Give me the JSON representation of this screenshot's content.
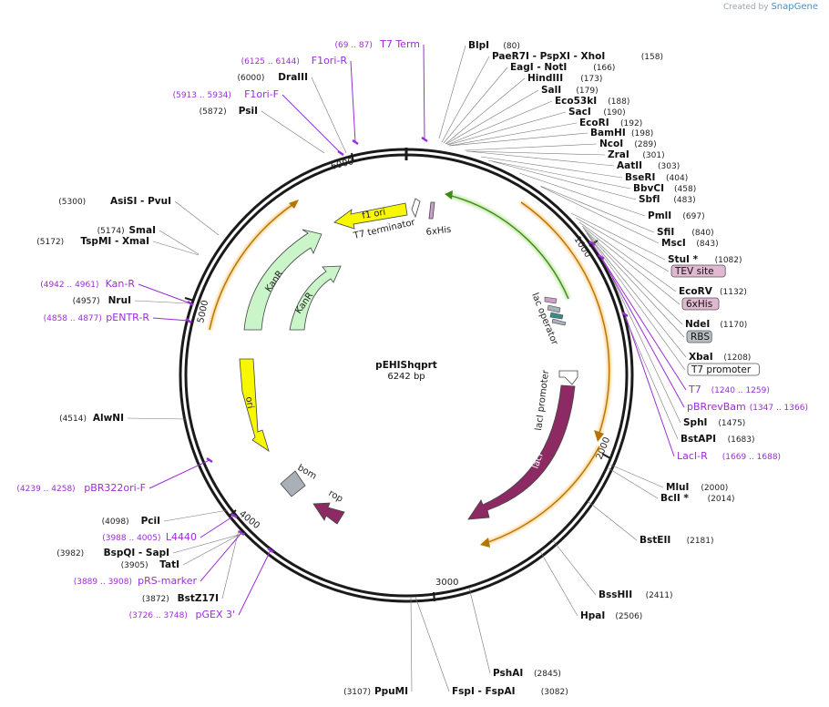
{
  "credit": {
    "prefix": "Created by",
    "brand": "SnapGene"
  },
  "map": {
    "name": "pEHIShqprt",
    "length_label": "6242 bp",
    "length": 6242,
    "colors": {
      "primer": "#9a2dd9",
      "orange": "#f5a623",
      "kan": "#c9f5c9",
      "ori": "#f7f700",
      "lacI": "#8d2a64",
      "his": "#c8a0c8",
      "gray": "#a9b0b8",
      "backbone": "#1a1a1a"
    }
  },
  "ticks": [
    "1000",
    "2000",
    "3000",
    "4000",
    "5000",
    "6000"
  ],
  "features": [
    {
      "label": "f1 ori",
      "type": "yellow-arrow"
    },
    {
      "label": "T7 terminator",
      "type": "white-arrow"
    },
    {
      "label": "6xHis",
      "type": "small-box"
    },
    {
      "label": "KanR",
      "type": "green-arrow"
    },
    {
      "label": "KanR",
      "type": "green-arrow"
    },
    {
      "label": "ori",
      "type": "yellow-arrow"
    },
    {
      "label": "bom",
      "type": "gray-box"
    },
    {
      "label": "rop",
      "type": "lacI-arrow"
    },
    {
      "label": "lacI promoter",
      "type": "white-arrow"
    },
    {
      "label": "lacI",
      "type": "lacI-arrow"
    },
    {
      "label": "lac operator",
      "type": "small-boxes"
    }
  ],
  "sites": [
    {
      "name": "BlpI",
      "pos": "(80)",
      "kind": "enzyme"
    },
    {
      "name": "PaeR7I  - PspXI  - XhoI",
      "pos": "(158)",
      "kind": "enzyme"
    },
    {
      "name": "EagI  - NotI",
      "pos": "(166)",
      "kind": "enzyme"
    },
    {
      "name": "HindIII",
      "pos": "(173)",
      "kind": "enzyme"
    },
    {
      "name": "SalI",
      "pos": "(179)",
      "kind": "enzyme"
    },
    {
      "name": "Eco53kI",
      "pos": "(188)",
      "kind": "enzyme"
    },
    {
      "name": "SacI",
      "pos": "(190)",
      "kind": "enzyme"
    },
    {
      "name": "EcoRI",
      "pos": "(192)",
      "kind": "enzyme"
    },
    {
      "name": "BamHI",
      "pos": "(198)",
      "kind": "enzyme"
    },
    {
      "name": "NcoI",
      "pos": "(289)",
      "kind": "enzyme"
    },
    {
      "name": "ZraI",
      "pos": "(301)",
      "kind": "enzyme"
    },
    {
      "name": "AatII",
      "pos": "(303)",
      "kind": "enzyme"
    },
    {
      "name": "BseRI",
      "pos": "(404)",
      "kind": "enzyme"
    },
    {
      "name": "BbvCI",
      "pos": "(458)",
      "kind": "enzyme"
    },
    {
      "name": "SbfI",
      "pos": "(483)",
      "kind": "enzyme"
    },
    {
      "name": "PmlI",
      "pos": "(697)",
      "kind": "enzyme"
    },
    {
      "name": "SfiI",
      "pos": "(840)",
      "kind": "enzyme"
    },
    {
      "name": "MscI",
      "pos": "(843)",
      "kind": "enzyme"
    },
    {
      "name": "StuI *",
      "pos": "(1082)",
      "kind": "enzyme"
    },
    {
      "name": "TEV site",
      "pos": "",
      "kind": "box-pink"
    },
    {
      "name": "EcoRV",
      "pos": "(1132)",
      "kind": "enzyme"
    },
    {
      "name": "6xHis",
      "pos": "",
      "kind": "box-pink"
    },
    {
      "name": "NdeI",
      "pos": "(1170)",
      "kind": "enzyme"
    },
    {
      "name": "RBS",
      "pos": "",
      "kind": "box-gray"
    },
    {
      "name": "XbaI",
      "pos": "(1208)",
      "kind": "enzyme"
    },
    {
      "name": "T7 promoter",
      "pos": "",
      "kind": "box-white"
    },
    {
      "name": "T7",
      "pos": "(1240 .. 1259)",
      "kind": "primer"
    },
    {
      "name": "pBRrevBam",
      "pos": "(1347 .. 1366)",
      "kind": "primer"
    },
    {
      "name": "SphI",
      "pos": "(1475)",
      "kind": "enzyme"
    },
    {
      "name": "BstAPI",
      "pos": "(1683)",
      "kind": "enzyme"
    },
    {
      "name": "LacI-R",
      "pos": "(1669 .. 1688)",
      "kind": "primer"
    },
    {
      "name": "MluI",
      "pos": "(2000)",
      "kind": "enzyme"
    },
    {
      "name": "BclI *",
      "pos": "(2014)",
      "kind": "enzyme"
    },
    {
      "name": "BstEII",
      "pos": "(2181)",
      "kind": "enzyme"
    },
    {
      "name": "BssHII",
      "pos": "(2411)",
      "kind": "enzyme"
    },
    {
      "name": "HpaI",
      "pos": "(2506)",
      "kind": "enzyme"
    },
    {
      "name": "PshAI",
      "pos": "(2845)",
      "kind": "enzyme"
    },
    {
      "name": "FspI  - FspAI",
      "pos": "(3082)",
      "kind": "enzyme"
    },
    {
      "name": "PpuMI",
      "pos": "(3107)",
      "kind": "enzyme-left"
    },
    {
      "name": "pGEX 3'",
      "pos": "(3726 .. 3748)",
      "kind": "primer-left"
    },
    {
      "name": "BstZ17I",
      "pos": "(3872)",
      "kind": "enzyme-left"
    },
    {
      "name": "pRS-marker",
      "pos": "(3889 .. 3908)",
      "kind": "primer-left"
    },
    {
      "name": "TatI",
      "pos": "(3905)",
      "kind": "enzyme-left"
    },
    {
      "name": "BspQI  - SapI",
      "pos": "(3982)",
      "kind": "enzyme-left"
    },
    {
      "name": "L4440",
      "pos": "(3988 .. 4005)",
      "kind": "primer-left"
    },
    {
      "name": "PciI",
      "pos": "(4098)",
      "kind": "enzyme-left"
    },
    {
      "name": "pBR322ori-F",
      "pos": "(4239 .. 4258)",
      "kind": "primer-left"
    },
    {
      "name": "AlwNI",
      "pos": "(4514)",
      "kind": "enzyme-left"
    },
    {
      "name": "pENTR-R",
      "pos": "(4858 .. 4877)",
      "kind": "primer-left"
    },
    {
      "name": "NruI",
      "pos": "(4957)",
      "kind": "enzyme-left"
    },
    {
      "name": "Kan-R",
      "pos": "(4942 .. 4961)",
      "kind": "primer-left"
    },
    {
      "name": "TspMI  - XmaI",
      "pos": "(5172)",
      "kind": "enzyme-left"
    },
    {
      "name": "SmaI",
      "pos": "(5174)",
      "kind": "enzyme-left"
    },
    {
      "name": "AsiSI  - PvuI",
      "pos": "(5300)",
      "kind": "enzyme-left"
    },
    {
      "name": "PsiI",
      "pos": "(5872)",
      "kind": "enzyme-left"
    },
    {
      "name": "F1ori-F",
      "pos": "(5913 .. 5934)",
      "kind": "primer-left"
    },
    {
      "name": "DraIII",
      "pos": "(6000)",
      "kind": "enzyme-left"
    },
    {
      "name": "F1ori-R",
      "pos": "(6125 .. 6144)",
      "kind": "primer-left"
    },
    {
      "name": "T7 Term",
      "pos": "(69 .. 87)",
      "kind": "primer-left"
    }
  ]
}
